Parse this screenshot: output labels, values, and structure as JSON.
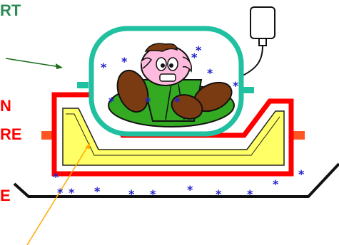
{
  "labels": {
    "top": "RT",
    "mid1": "N",
    "mid2": "RE",
    "bottom": "E"
  },
  "colors": {
    "outer_tray": "#ff0000",
    "inner_tray_fill": "#ffff66",
    "capsule": "#20c0a0",
    "green_label": "#2e8b57",
    "red_label": "#ff0000",
    "arrow_green": "#1a6b1a",
    "arrow_orange": "#ffaa00",
    "stars": "#2222cc",
    "cartoon_skin": "#ffbbdd",
    "cartoon_shoe": "#7a3b12",
    "cartoon_shirt": "#33aa22"
  },
  "icons": {
    "star": "*",
    "bag": "iv-bag-icon"
  }
}
